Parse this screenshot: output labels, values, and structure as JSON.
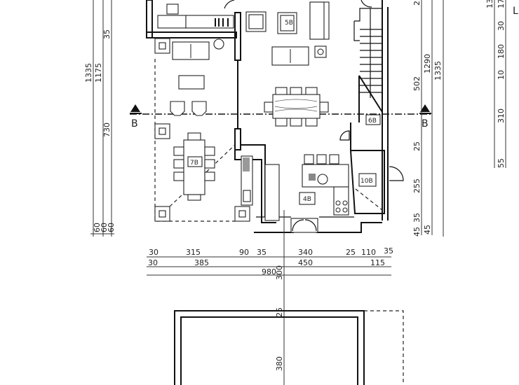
{
  "plan": {
    "section_label": "B",
    "rooms": {
      "living": "5B",
      "terrace": "7B",
      "kitchen": "4B",
      "wc": "6B",
      "utility": "10B"
    },
    "corner_mark": "L"
  },
  "dimensions": {
    "left": {
      "outer": "1335",
      "middle": "1175",
      "inner_top": "35",
      "inner_mid": "730",
      "bottom": [
        "60",
        "60",
        "60"
      ]
    },
    "right": {
      "inner": [
        "2",
        "502",
        "25",
        "255",
        "35",
        "45"
      ],
      "middle": [
        "1290",
        "45"
      ],
      "outer": "1335"
    },
    "far_right": {
      "outer": [
        "13"
      ],
      "inner": [
        "17",
        "30",
        "180",
        "10",
        "310",
        "55"
      ]
    },
    "bottom_row1": [
      "30",
      "315",
      "90",
      "35",
      "340",
      "25",
      "110",
      "35"
    ],
    "bottom_row2": [
      "30",
      "385",
      "450",
      "115"
    ],
    "bottom_total": "980",
    "vertical_center": [
      "300",
      "25",
      "380"
    ]
  }
}
